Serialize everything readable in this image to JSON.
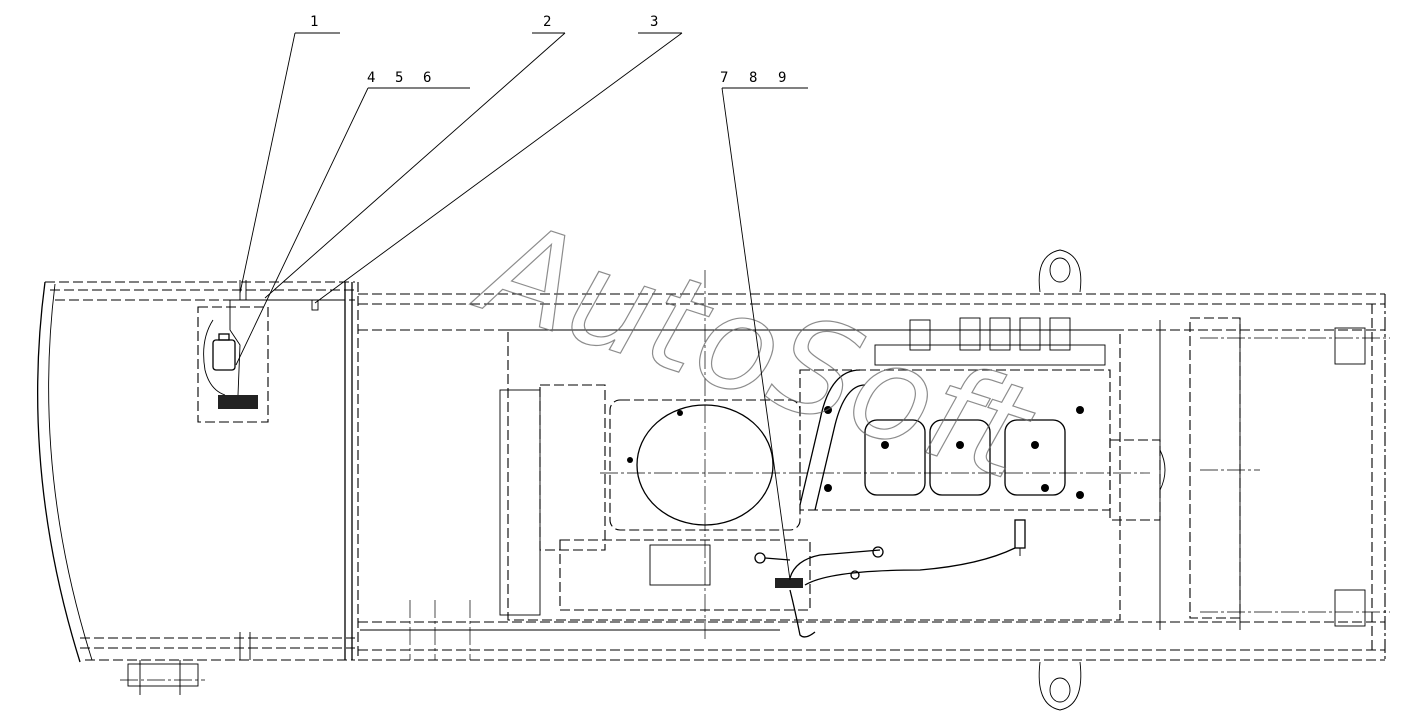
{
  "callouts": [
    {
      "id": "1",
      "label": "1"
    },
    {
      "id": "2",
      "label": "2"
    },
    {
      "id": "3",
      "label": "3"
    },
    {
      "id": "4",
      "label": "4"
    },
    {
      "id": "5",
      "label": "5"
    },
    {
      "id": "6",
      "label": "6"
    },
    {
      "id": "7",
      "label": "7"
    },
    {
      "id": "8",
      "label": "8"
    },
    {
      "id": "9",
      "label": "9"
    }
  ],
  "watermark": "AutoSoft",
  "colors": {
    "line": "#000000",
    "background": "#ffffff",
    "watermark": "#666666"
  }
}
